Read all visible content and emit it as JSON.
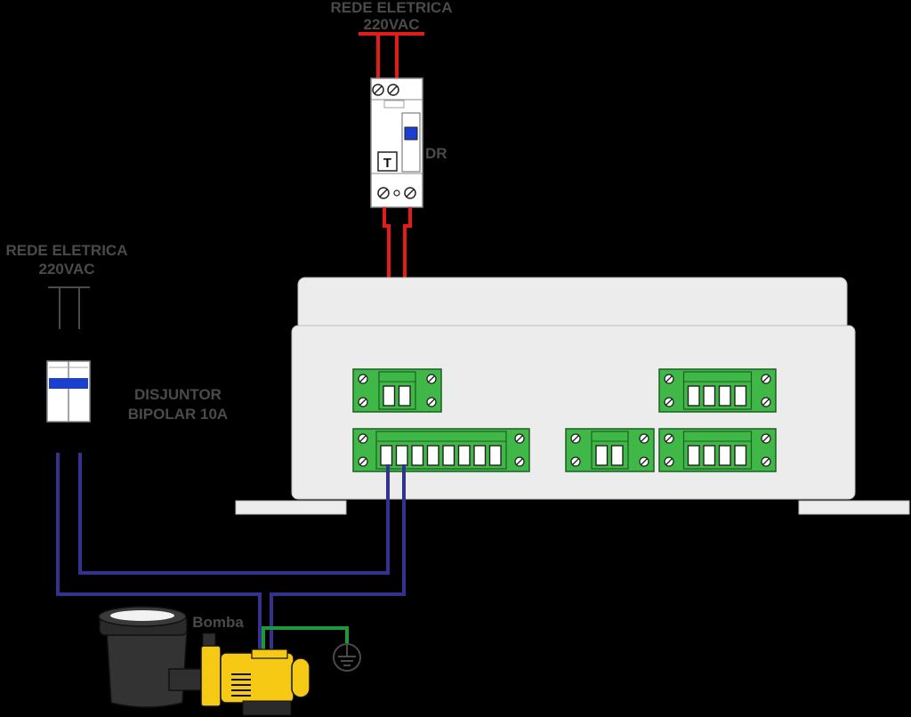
{
  "labels": {
    "top_mains_line1": "REDE ELETRICA",
    "top_mains_line2": "220VAC",
    "left_mains_line1": "REDE ELETRICA",
    "left_mains_line2": "220VAC",
    "dr": "DR",
    "dr_button": "T",
    "breaker_line1": "DISJUNTOR",
    "breaker_line2": "BIPOLAR 10A",
    "pump": "Bomba"
  },
  "colors": {
    "background": "#000000",
    "live_wire": "#e41b1b",
    "neutral_wire": "#33338f",
    "ground_wire": "#1a9a3a",
    "terminal_green": "#3fb847",
    "enclosure": "#ececec",
    "pump_motor": "#f6c915",
    "label_text": "#4a4a4a"
  }
}
